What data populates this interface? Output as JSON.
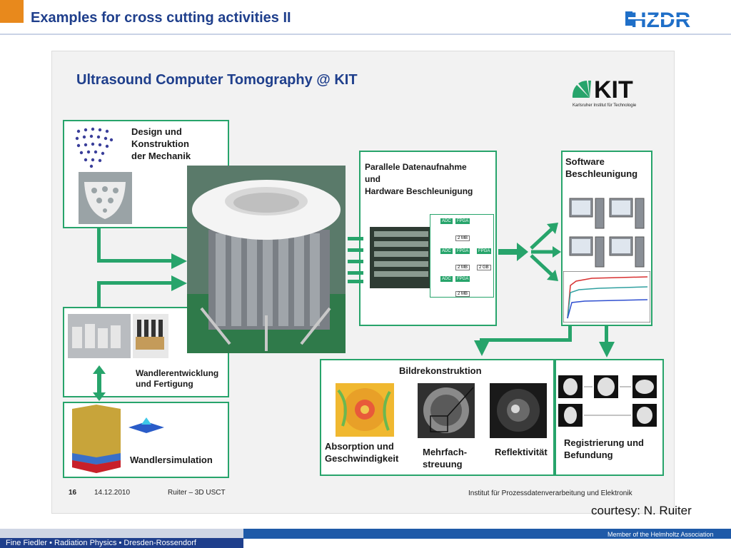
{
  "header": {
    "title": "Examples for cross cutting activities II",
    "logo_text": "HZDR"
  },
  "slide": {
    "title": "Ultrasound Computer Tomography @ KIT",
    "kit_logo": {
      "text": "KIT",
      "subtitle": "Karlsruher Institut für Technologie"
    },
    "boxes": {
      "design": "Design und\nKonstruktion\nder Mechanik",
      "parallel": "Parallele Datenaufnahme\nund\nHardware Beschleunigung",
      "software": "Software\nBeschleunigung",
      "wandler_dev": "Wandlerentwicklung\nund Fertigung",
      "wandler_sim": "Wandlersimulation",
      "bild": "Bildrekonstruktion",
      "absorption": "Absorption und\nGeschwindigkeit",
      "mehrfach": "Mehrfach-\nstreuung",
      "reflekt": "Reflektivität",
      "registrierung": "Registrierung und\nBefundung"
    },
    "hardware_chips": {
      "adc": "ADC",
      "fpga": "FPGA",
      "mem": "2 MB",
      "mem_big": "2 GB"
    },
    "footer": {
      "page": "16",
      "date": "14.12.2010",
      "author": "Ruiter – 3D USCT",
      "institute": "Institut für Prozessdatenverarbeitung und Elektronik"
    }
  },
  "courtesy": "courtesy: N. Ruiter",
  "bottom": {
    "member": "Member of the Helmholtz Association",
    "footer": "Fine Fiedler • Radiation Physics • Dresden-Rossendorf"
  },
  "colors": {
    "accent_green": "#27a46b",
    "title_blue": "#1f3f8c",
    "orange": "#e8891c"
  }
}
